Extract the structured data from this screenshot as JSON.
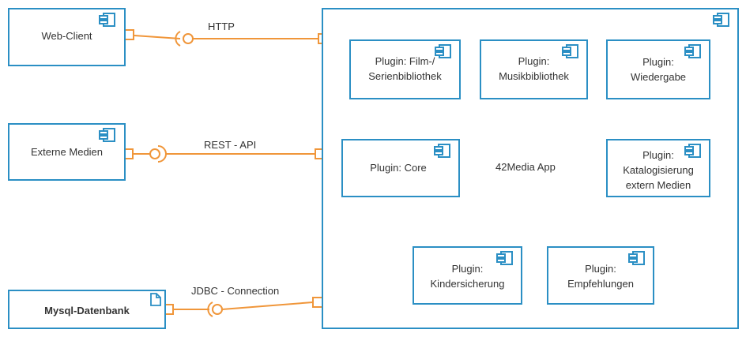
{
  "components": {
    "web_client": "Web-Client",
    "externe_medien": "Externe Medien",
    "mysql": "Mysql-Datenbank",
    "app": "42Media App",
    "plugin_film_l1": "Plugin: Film-/",
    "plugin_film_l2": "Serienbibliothek",
    "plugin_musik_l1": "Plugin:",
    "plugin_musik_l2": "Musikbibliothek",
    "plugin_wiedergabe_l1": "Plugin:",
    "plugin_wiedergabe_l2": "Wiedergabe",
    "plugin_core": "Plugin: Core",
    "plugin_katalog_l1": "Plugin:",
    "plugin_katalog_l2": "Katalogisierung",
    "plugin_katalog_l3": "extern Medien",
    "plugin_kinder_l1": "Plugin:",
    "plugin_kinder_l2": "Kindersicherung",
    "plugin_empf_l1": "Plugin:",
    "plugin_empf_l2": "Empfehlungen"
  },
  "connections": {
    "http": "HTTP",
    "rest": "REST - API",
    "jdbc": "JDBC - Connection"
  },
  "colors": {
    "component_border": "#2b8fc4",
    "connector": "#f0963a"
  },
  "icons": {
    "component": "component-icon",
    "database": "document-icon"
  }
}
